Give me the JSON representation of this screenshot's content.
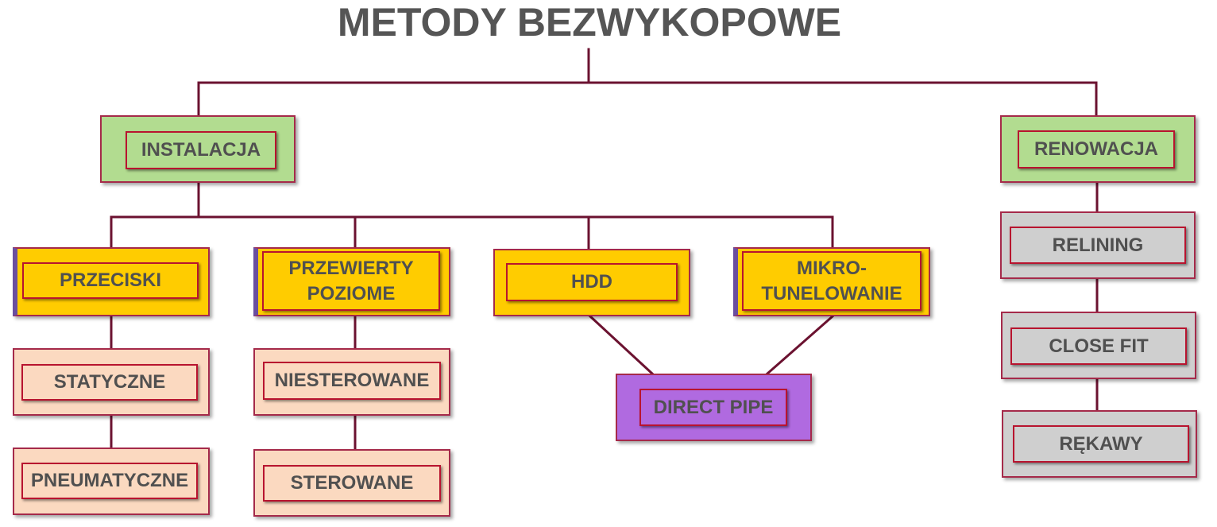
{
  "title": "METODY BEZWYKOPOWE",
  "colors": {
    "connector": "#6b1230",
    "category": "#b2dc90",
    "method": "#ffcc00",
    "variant": "#fbd9c0",
    "renovation_item": "#cfcfcf",
    "combined": "#b06ae0"
  },
  "categories": {
    "installation": "INSTALACJA",
    "renovation": "RENOWACJA"
  },
  "installation_methods": {
    "przeciski": "PRZECISKI",
    "przewierty_line1": "PRZEWIERTY",
    "przewierty_line2": "POZIOME",
    "hdd": "HDD",
    "mikro_line1": "MIKRO-",
    "mikro_line2": "TUNELOWANIE"
  },
  "przeciski_variants": [
    "STATYCZNE",
    "PNEUMATYCZNE"
  ],
  "przewierty_variants": [
    "NIESTEROWANE",
    "STEROWANE"
  ],
  "combined_method": "DIRECT PIPE",
  "renovation_methods": [
    "RELINING",
    "CLOSE FIT",
    "RĘKAWY"
  ]
}
